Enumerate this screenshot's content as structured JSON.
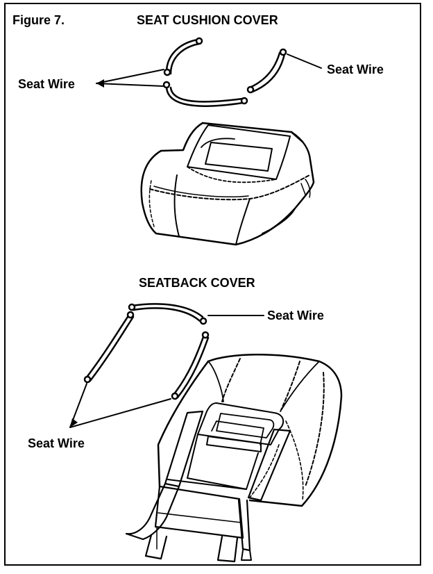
{
  "figure_label": "Figure 7.",
  "seat_cushion_title": "SEAT CUSHION COVER",
  "seatback_title": "SEATBACK COVER",
  "callouts": {
    "cushion_left": "Seat Wire",
    "cushion_right": "Seat Wire",
    "back_top": "Seat Wire",
    "back_left": "Seat Wire"
  }
}
